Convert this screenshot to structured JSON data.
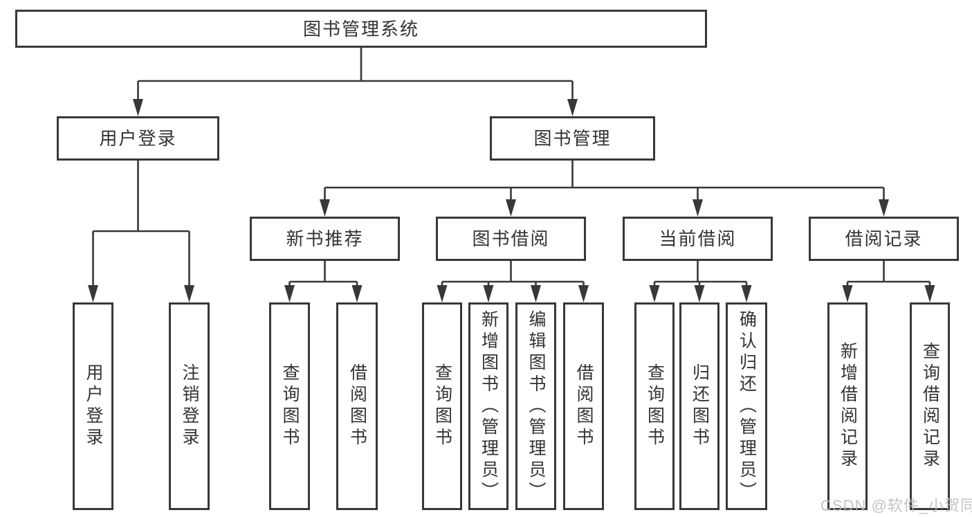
{
  "diagram": {
    "root": {
      "label": "图书管理系统"
    },
    "branches": [
      {
        "label": "用户登录",
        "children": [
          {
            "label": "用户登录"
          },
          {
            "label": "注销登录"
          }
        ]
      },
      {
        "label": "图书管理",
        "children": [
          {
            "label": "新书推荐",
            "children": [
              {
                "label": "查询图书"
              },
              {
                "label": "借阅图书"
              }
            ]
          },
          {
            "label": "图书借阅",
            "children": [
              {
                "label": "查询图书"
              },
              {
                "label": "新增图书（管理员）"
              },
              {
                "label": "编辑图书（管理员）"
              },
              {
                "label": "借阅图书"
              }
            ]
          },
          {
            "label": "当前借阅",
            "children": [
              {
                "label": "查询图书"
              },
              {
                "label": "归还图书"
              },
              {
                "label": "确认归还（管理员）"
              }
            ]
          },
          {
            "label": "借阅记录",
            "children": [
              {
                "label": "新增借阅记录"
              },
              {
                "label": "查询借阅记录"
              }
            ]
          }
        ]
      }
    ]
  },
  "watermark": {
    "text": "CSDN @软件_小贺同学"
  },
  "colors": {
    "line": "#383838",
    "text": "#333333",
    "background": "#ffffff",
    "watermark": "#b9b9b9"
  }
}
